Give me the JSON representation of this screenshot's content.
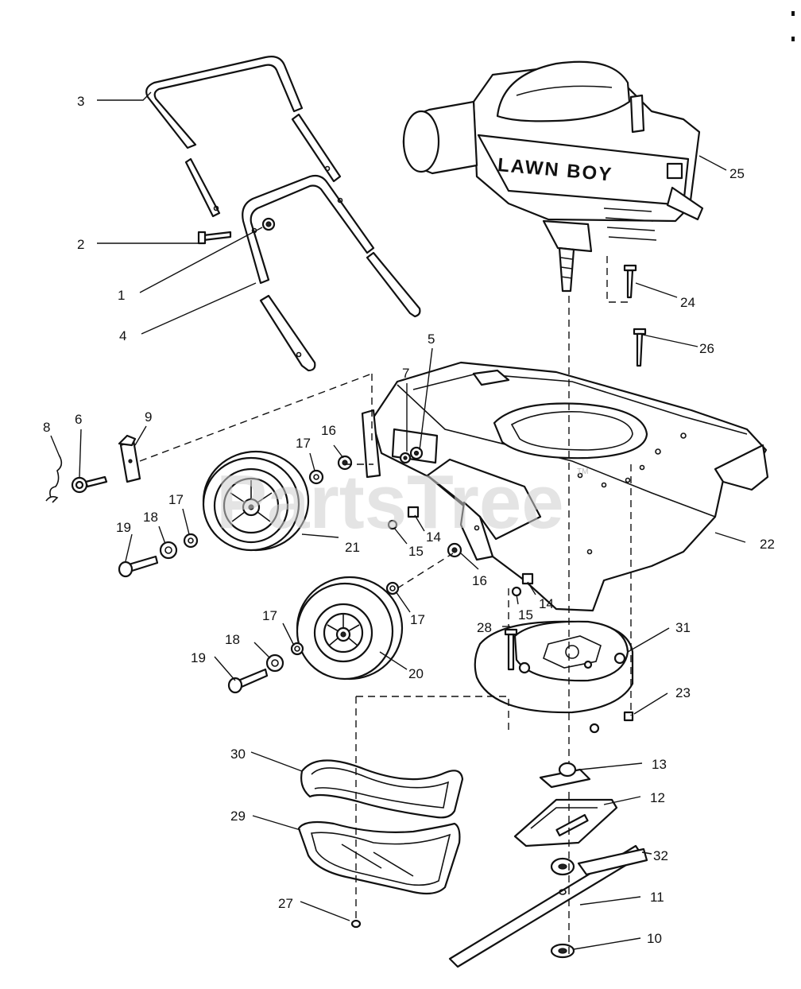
{
  "watermark": "PartsTree",
  "watermark_tm": "TM",
  "engine_brand": "LAWN BOY",
  "callouts": [
    {
      "id": "c1",
      "text": "1"
    },
    {
      "id": "c2",
      "text": "2"
    },
    {
      "id": "c3",
      "text": "3"
    },
    {
      "id": "c4",
      "text": "4"
    },
    {
      "id": "c5",
      "text": "5"
    },
    {
      "id": "c6",
      "text": "6"
    },
    {
      "id": "c7",
      "text": "7"
    },
    {
      "id": "c8",
      "text": "8"
    },
    {
      "id": "c9",
      "text": "9"
    },
    {
      "id": "c10",
      "text": "10"
    },
    {
      "id": "c11",
      "text": "11"
    },
    {
      "id": "c12",
      "text": "12"
    },
    {
      "id": "c13",
      "text": "13"
    },
    {
      "id": "c14a",
      "text": "14"
    },
    {
      "id": "c14b",
      "text": "14"
    },
    {
      "id": "c15a",
      "text": "15"
    },
    {
      "id": "c15b",
      "text": "15"
    },
    {
      "id": "c16a",
      "text": "16"
    },
    {
      "id": "c16b",
      "text": "16"
    },
    {
      "id": "c17a",
      "text": "17"
    },
    {
      "id": "c17b",
      "text": "17"
    },
    {
      "id": "c17c",
      "text": "17"
    },
    {
      "id": "c17d",
      "text": "17"
    },
    {
      "id": "c18a",
      "text": "18"
    },
    {
      "id": "c18b",
      "text": "18"
    },
    {
      "id": "c19a",
      "text": "19"
    },
    {
      "id": "c19b",
      "text": "19"
    },
    {
      "id": "c20",
      "text": "20"
    },
    {
      "id": "c21",
      "text": "21"
    },
    {
      "id": "c22",
      "text": "22"
    },
    {
      "id": "c23",
      "text": "23"
    },
    {
      "id": "c24",
      "text": "24"
    },
    {
      "id": "c25",
      "text": "25"
    },
    {
      "id": "c26",
      "text": "26"
    },
    {
      "id": "c27",
      "text": "27"
    },
    {
      "id": "c28",
      "text": "28"
    },
    {
      "id": "c29",
      "text": "29"
    },
    {
      "id": "c30",
      "text": "30"
    },
    {
      "id": "c31",
      "text": "31"
    },
    {
      "id": "c32",
      "text": "32"
    }
  ]
}
